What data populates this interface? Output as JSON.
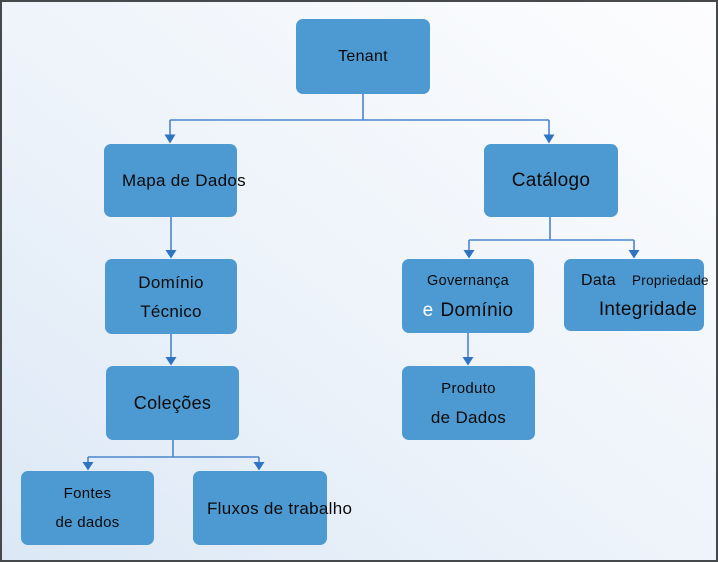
{
  "diagram": {
    "nodes": {
      "tenant": {
        "label": "Tenant"
      },
      "mapa_de_dados": {
        "label": "Mapa de Dados"
      },
      "catalogo": {
        "label": "Catálogo"
      },
      "dominio_tecnico": {
        "line1": "Domínio",
        "line2": "Técnico"
      },
      "colecoes": {
        "label": "Coleções"
      },
      "fontes_de_dados": {
        "line1": "Fontes",
        "line2": "de dados"
      },
      "fluxos_de_trabalho": {
        "label": "Fluxos de trabalho"
      },
      "governanca_e_dominio": {
        "line1": "Governança",
        "line2_accent": "e",
        "line2_rest": "Domínio"
      },
      "data_propriedade_integridade": {
        "line1_a": "Data",
        "line1_b": "Propriedade",
        "line2": "Integridade"
      },
      "produto_de_dados": {
        "line1": "Produto",
        "line2": "de Dados"
      }
    },
    "edges": [
      {
        "from": "tenant",
        "to": "mapa_de_dados"
      },
      {
        "from": "tenant",
        "to": "catalogo"
      },
      {
        "from": "mapa_de_dados",
        "to": "dominio_tecnico"
      },
      {
        "from": "dominio_tecnico",
        "to": "colecoes"
      },
      {
        "from": "colecoes",
        "to": "fontes_de_dados"
      },
      {
        "from": "colecoes",
        "to": "fluxos_de_trabalho"
      },
      {
        "from": "catalogo",
        "to": "governanca_e_dominio"
      },
      {
        "from": "catalogo",
        "to": "data_propriedade_integridade"
      },
      {
        "from": "governanca_e_dominio",
        "to": "produto_de_dados"
      }
    ],
    "colors": {
      "node_fill": "#4d9ad2",
      "node_text": "#0a0a0a",
      "accent_text": "#ffffff",
      "connector_line": "#4a86ce",
      "connector_arrow": "#2f74c2",
      "canvas_border": "#46494c",
      "bg_start": "#dce8f6",
      "bg_mid": "#edf3fa",
      "bg_end": "#fdfdfe"
    }
  }
}
